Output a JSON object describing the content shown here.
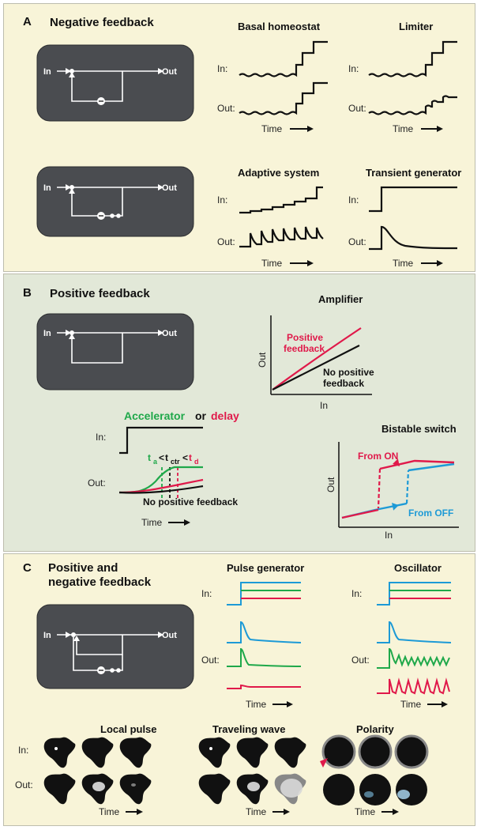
{
  "panel_a": {
    "letter": "A",
    "title": "Negative feedback",
    "basal_title": "Basal homeostat",
    "limiter_title": "Limiter",
    "adaptive_title": "Adaptive system",
    "transient_title": "Transient generator",
    "in_label": "In:",
    "out_label": "Out:",
    "time_label": "Time",
    "diagram_in": "In",
    "diagram_out": "Out"
  },
  "panel_b": {
    "letter": "B",
    "title": "Positive feedback",
    "amplifier_title": "Amplifier",
    "positive_label_1": "Positive",
    "positive_label_2": "feedback",
    "nopos_label_1": "No positive",
    "nopos_label_2": "feedback",
    "axis_out": "Out",
    "axis_in": "In",
    "accelerator": "Accelerator",
    "or": "or",
    "delay": "delay",
    "t_a": "t",
    "t_a_sub": "a",
    "lt1": "<",
    "t_ctr": "t",
    "t_ctr_sub": "ctr",
    "lt2": "<",
    "t_d": "t",
    "t_d_sub": "d",
    "in_label": "In:",
    "out_label": "Out:",
    "no_pos_feedback": "No positive feedback",
    "time_label": "Time",
    "bistable_title": "Bistable switch",
    "from_on": "From ON",
    "from_off": "From OFF",
    "diagram_in": "In",
    "diagram_out": "Out"
  },
  "panel_c": {
    "letter": "C",
    "title_1": "Positive and",
    "title_2": "negative feedback",
    "pulse_title": "Pulse generator",
    "oscillator_title": "Oscillator",
    "in_label": "In:",
    "out_label": "Out:",
    "time_label": "Time",
    "local_pulse": "Local pulse",
    "traveling_wave": "Traveling wave",
    "polarity": "Polarity",
    "diagram_in": "In",
    "diagram_out": "Out"
  },
  "colors": {
    "panel_a_bg": "#f8f4d8",
    "panel_b_bg": "#e2e8d8",
    "panel_c_bg": "#f8f4d8",
    "red": "#e0194a",
    "green": "#1fa84a",
    "blue": "#1d9ad6",
    "box": "#4a4c50"
  }
}
